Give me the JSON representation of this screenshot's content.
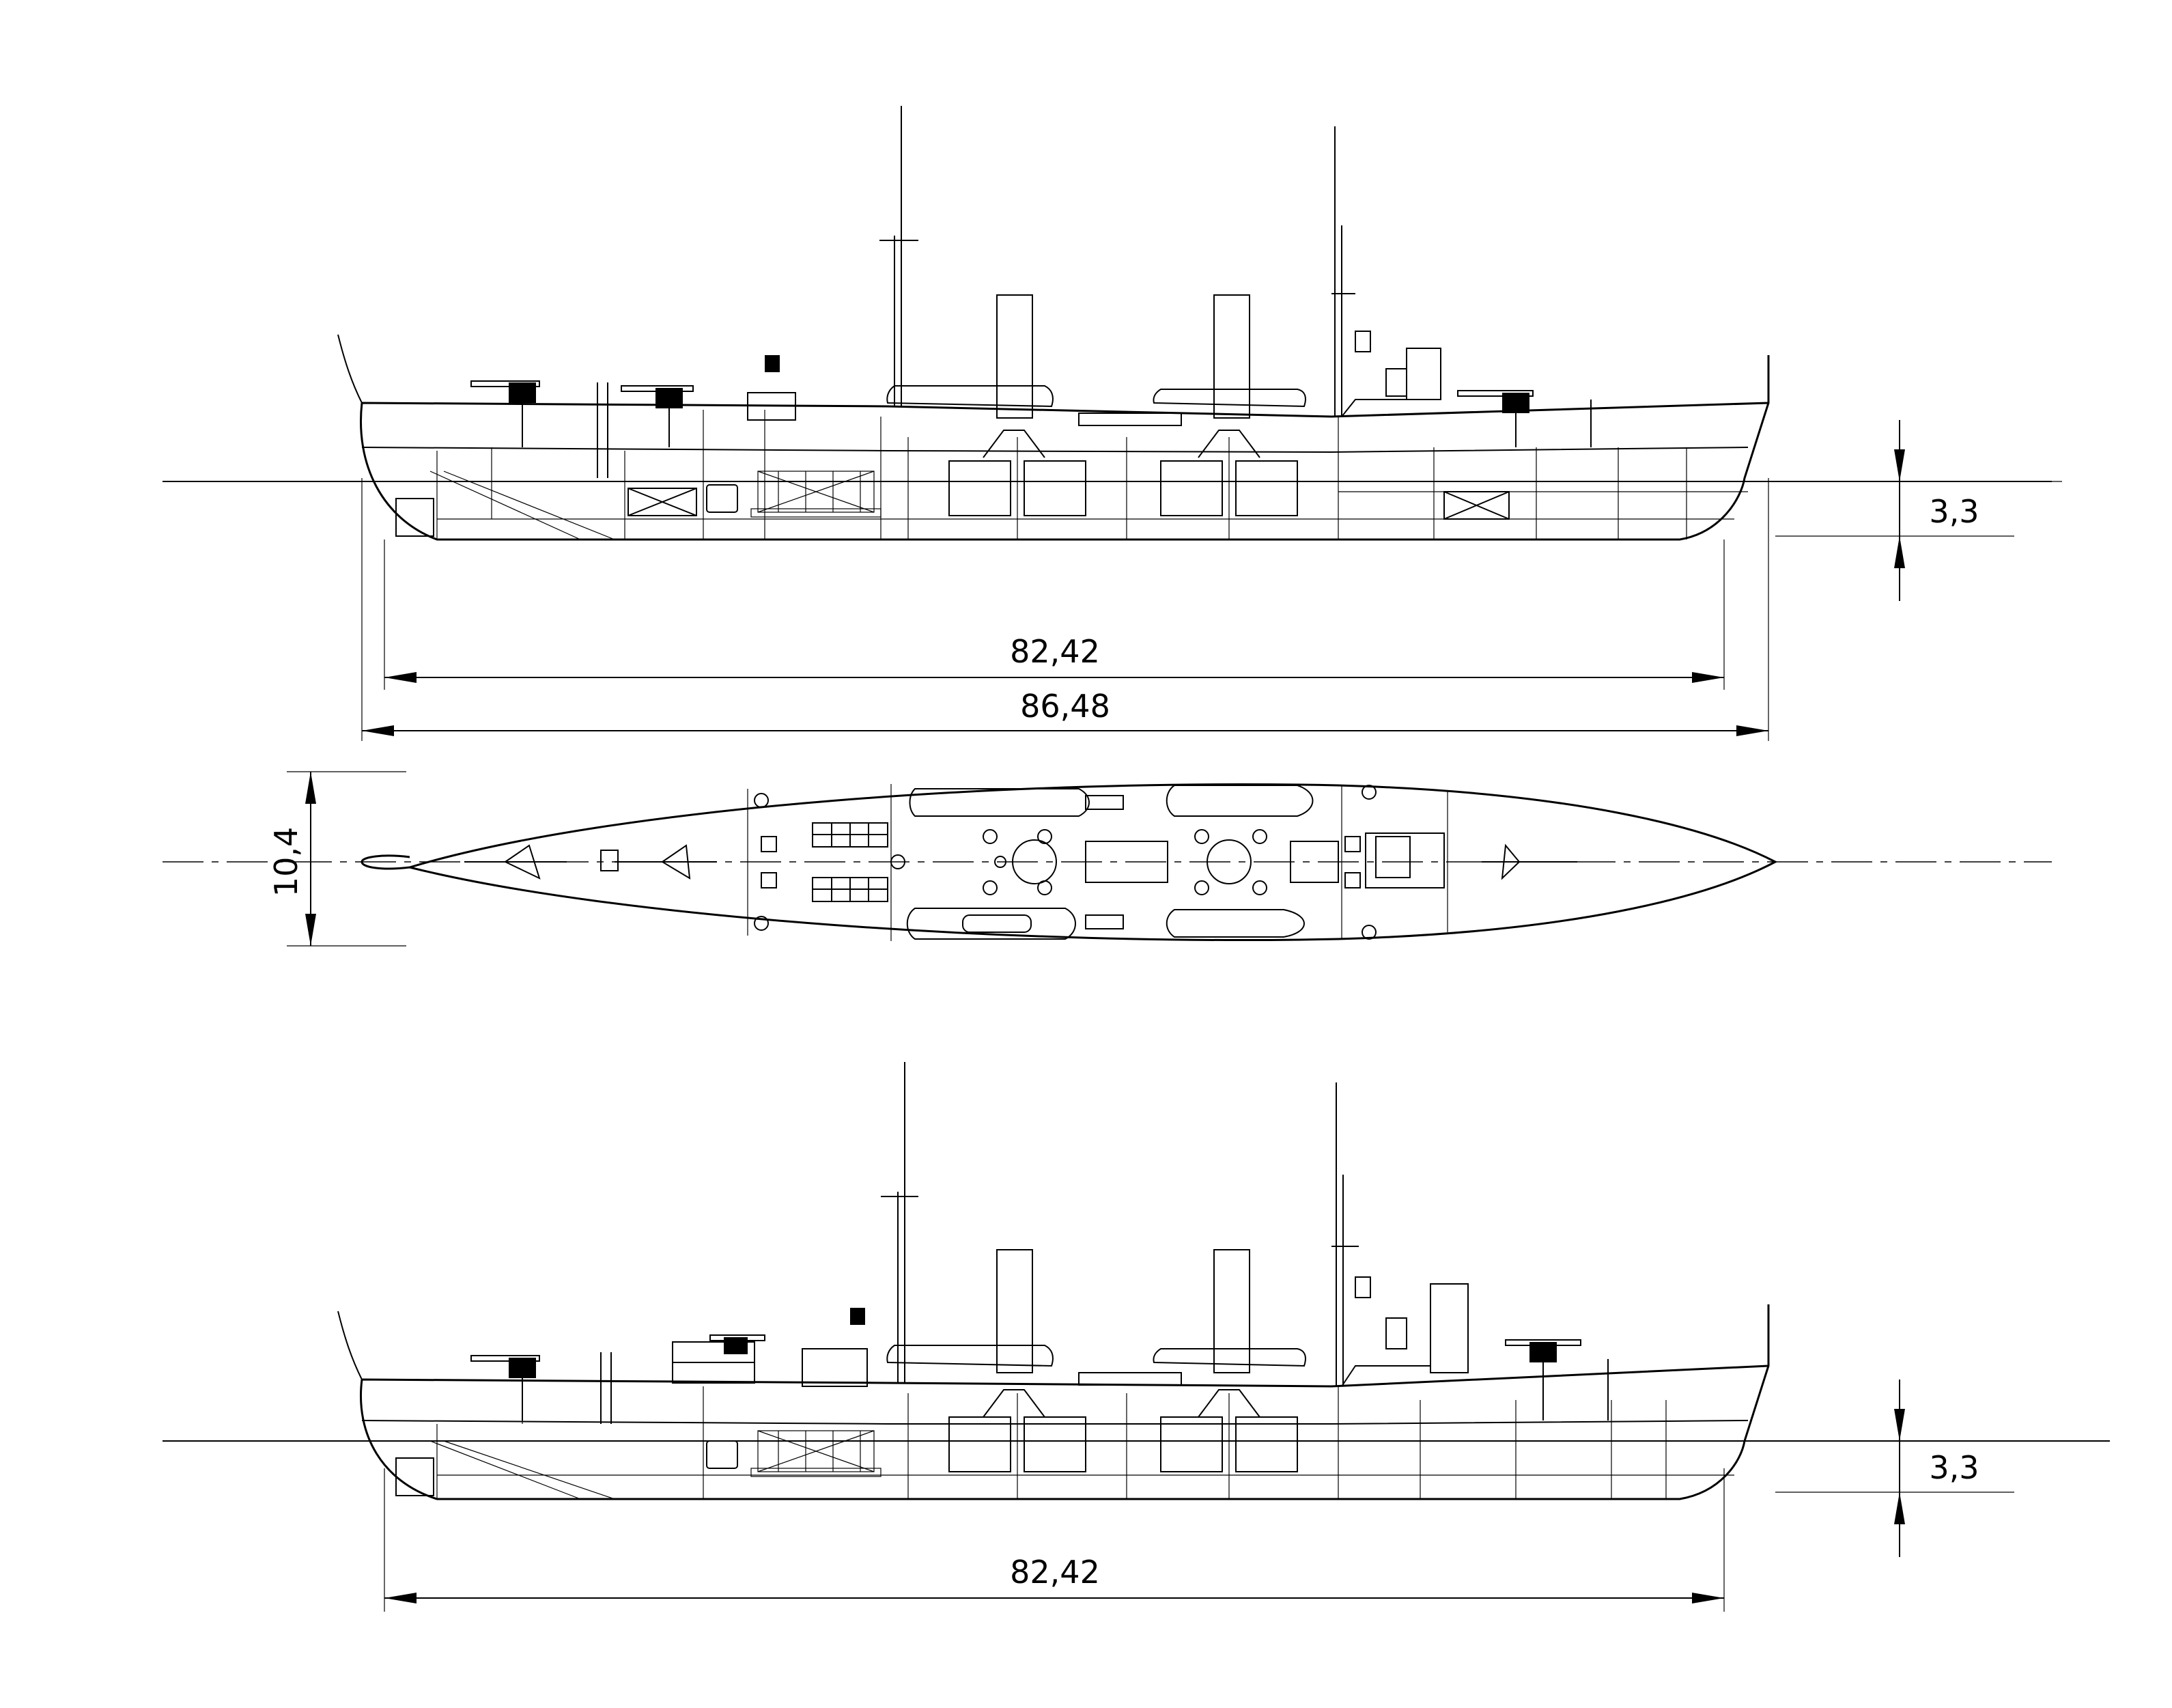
{
  "dimensions": {
    "top_waterline_length": "82,42",
    "top_overall_length": "86,48",
    "top_draft": "3,3",
    "plan_beam": "10,4",
    "bottom_waterline_length": "82,42",
    "bottom_draft": "3,3"
  }
}
